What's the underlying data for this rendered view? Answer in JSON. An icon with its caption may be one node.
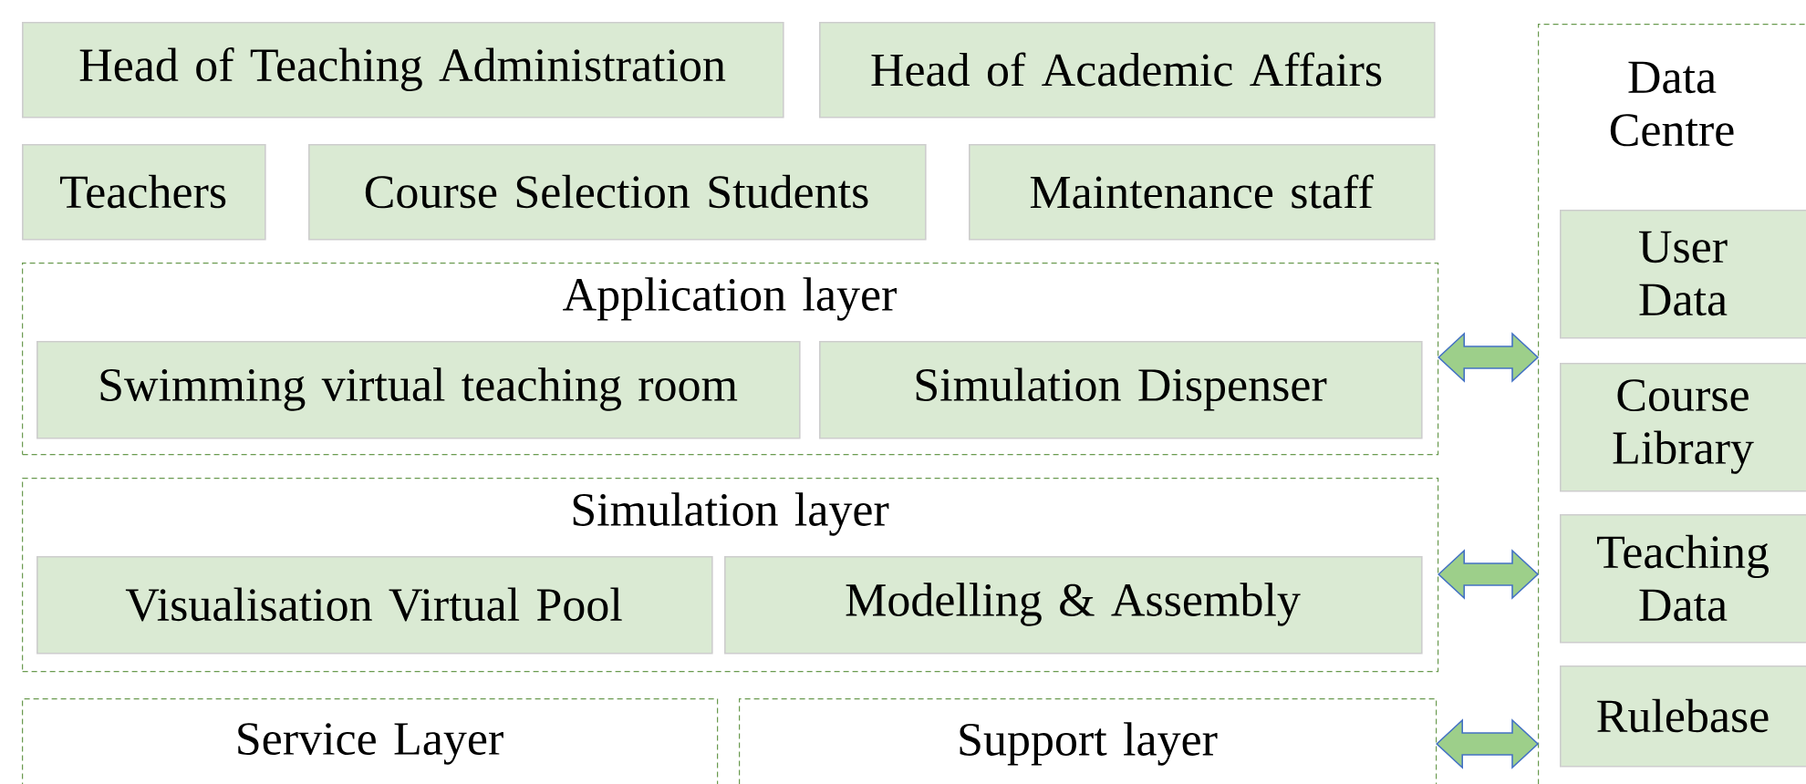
{
  "diagram": {
    "nodes": [
      {
        "text": [
          "Head of Teaching Administration"
        ]
      },
      {
        "text": [
          "Head of Academic Affairs"
        ]
      },
      {
        "text": [
          "Teachers"
        ]
      },
      {
        "text": [
          "Course Selection Students"
        ]
      },
      {
        "text": [
          "Maintenance staff"
        ]
      },
      {
        "text": [
          "Application layer"
        ]
      },
      {
        "text": [
          "Swimming virtual teaching room"
        ],
        "in": 5
      },
      {
        "text": [
          "Simulation Dispenser"
        ],
        "in": 5
      },
      {
        "text": [
          "Simulation layer"
        ]
      },
      {
        "text": [
          "Visualisation Virtual Pool"
        ],
        "in": 8
      },
      {
        "text": [
          "Modelling & Assembly"
        ],
        "in": 8
      },
      {
        "text": [
          "Service Layer"
        ]
      },
      {
        "text": [
          "Support layer"
        ]
      },
      {
        "text": [
          "Data Centre"
        ]
      },
      {
        "text": [
          "User Data"
        ],
        "in": 13
      },
      {
        "text": [
          "Course Library"
        ],
        "in": 13
      },
      {
        "text": [
          "Teaching Data"
        ],
        "in": 13
      },
      {
        "text": [
          "Rulebase"
        ],
        "in": 13
      }
    ],
    "edges": [
      {
        "from": 5,
        "to": 13,
        "arrow": "both"
      },
      {
        "from": 8,
        "to": 13,
        "arrow": "both"
      },
      {
        "from": 12,
        "to": 13,
        "arrow": "both"
      }
    ]
  }
}
